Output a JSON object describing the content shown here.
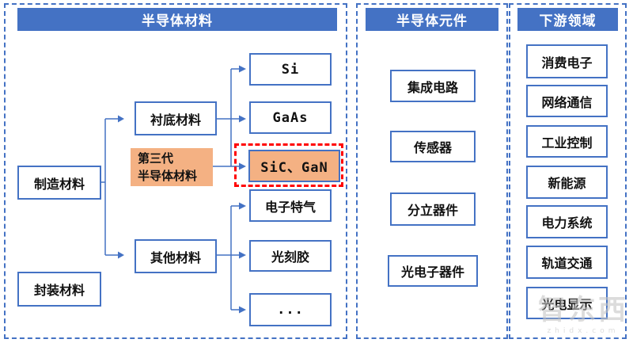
{
  "colors": {
    "primary_blue": "#4472C4",
    "highlight_orange": "#F4B183",
    "highlight_red": "#FF0000"
  },
  "materials": {
    "title": "半导体材料",
    "manufacturing": "制造材料",
    "packaging": "封装材料",
    "substrate": "衬底材料",
    "third_gen": {
      "line1": "第三代",
      "line2": "半导体材料"
    },
    "other": "其他材料",
    "si": "Si",
    "gaas": "GaAs",
    "sic_gan": "SiC、GaN",
    "special_gas": "电子特气",
    "photoresist": "光刻胶",
    "more": "..."
  },
  "components": {
    "title": "半导体元件",
    "items": [
      "集成电路",
      "传感器",
      "分立器件",
      "光电子器件"
    ]
  },
  "downstream": {
    "title": "下游领域",
    "items": [
      "消费电子",
      "网络通信",
      "工业控制",
      "新能源",
      "电力系统",
      "轨道交通",
      "光电显示"
    ]
  },
  "watermark": {
    "brand": "智东西",
    "domain": "zhidx.com"
  }
}
